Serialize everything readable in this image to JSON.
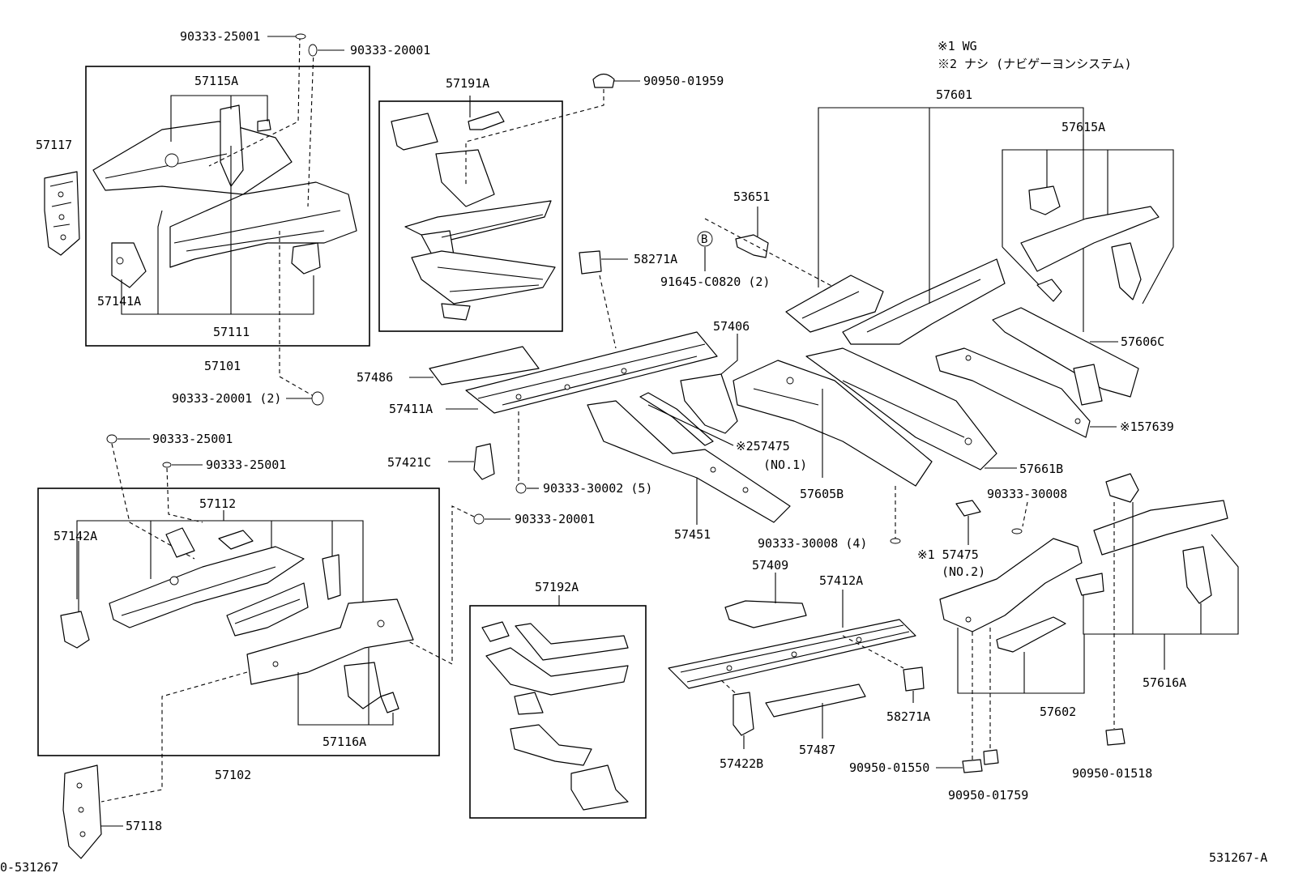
{
  "notes": {
    "note1": "※1 WG",
    "note2": "※2 ナシ (ナビゲーヨンシステム)"
  },
  "labels": {
    "p9033325001_top": "90333-25001",
    "p9033320001_top": "90333-20001",
    "p57115A": "57115A",
    "p57117": "57117",
    "p57141A": "57141A",
    "p57111": "57111",
    "p57101": "57101",
    "p9033320001_2": "90333-20001 (2)",
    "p57191A": "57191A",
    "p9095001959": "90950-01959",
    "p58271A_top": "58271A",
    "p53651": "53651",
    "p91645C0820": "91645-C0820 (2)",
    "bolt_b": "B",
    "p57601": "57601",
    "p57615A": "57615A",
    "p57606C": "57606C",
    "p57639": "※157639",
    "p57406": "57406",
    "p57486": "57486",
    "p57411A": "57411A",
    "p57421C": "57421C",
    "p9033330002": "90333-30002 (5)",
    "p57475_no1": "※257475",
    "p57475_no1_sub": "(NO.1)",
    "p57605B": "57605B",
    "p57661B": "57661B",
    "p57451": "57451",
    "p9033330008_4": "90333-30008 (4)",
    "p9033330008": "90333-30008",
    "p57475_no2": "※1 57475",
    "p57475_no2_sub": "(NO.2)",
    "p9033325001_mid1": "90333-25001",
    "p9033325001_mid2": "90333-25001",
    "p57112": "57112",
    "p57142A": "57142A",
    "p9033320001_mid": "90333-20001",
    "p57116A": "57116A",
    "p57102": "57102",
    "p57118": "57118",
    "p57192A": "57192A",
    "p57409": "57409",
    "p57412A": "57412A",
    "p58271A_bot": "58271A",
    "p57422B": "57422B",
    "p57487": "57487",
    "p9095001550": "90950-01550",
    "p9095001759": "90950-01759",
    "p57602": "57602",
    "p57616A": "57616A",
    "p9095001518": "90950-01518",
    "ref_left": "0-531267",
    "ref_right": "531267-A"
  }
}
